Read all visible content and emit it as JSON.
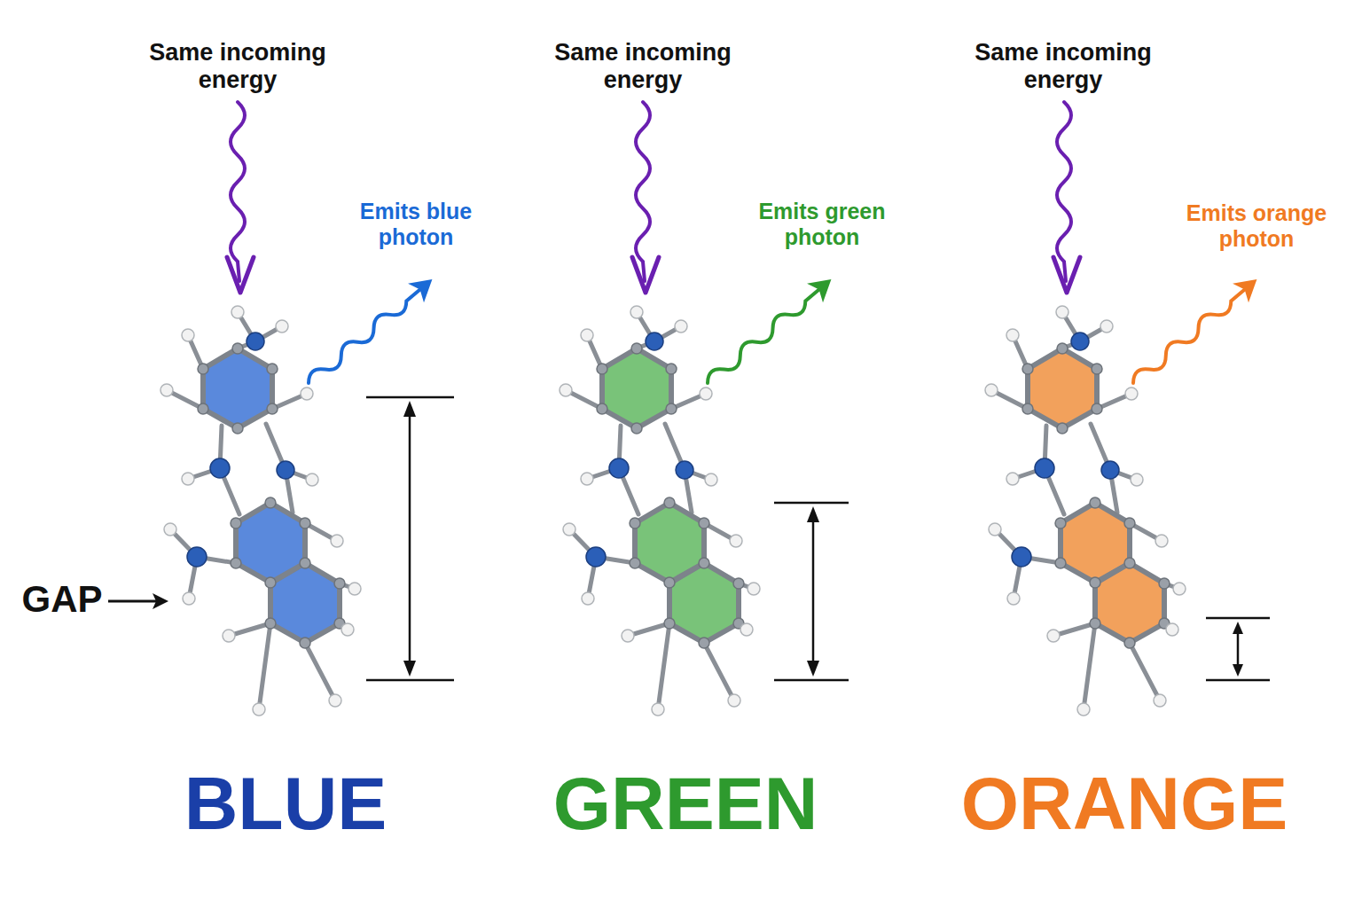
{
  "diagram": {
    "labels": [
      "Same incoming energy",
      "Same incoming energy",
      "Same incoming energy",
      "Emits blue photon",
      "Emits green photon",
      "Emits orange photon",
      "GAP",
      "BLUE",
      "GREEN",
      "ORANGE"
    ]
  }
}
